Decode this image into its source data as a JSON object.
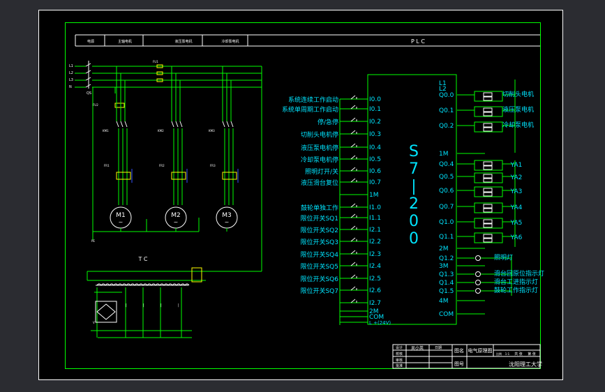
{
  "title_header": {
    "cells": [
      "电源",
      "主轴电机",
      "液压泵电机",
      "冷却泵电机"
    ],
    "plc": "P L C"
  },
  "power": {
    "phases": [
      "L1",
      "L2",
      "L3",
      "N"
    ],
    "switch": "QS",
    "fuse1": "FU1",
    "fuse2": "FU2",
    "ground": "PE"
  },
  "motors": {
    "contactors": [
      "KM1",
      "KM2",
      "KM3"
    ],
    "relays": [
      "FR1",
      "FR2",
      "FR3"
    ],
    "labels": [
      "M1",
      "M2",
      "M3"
    ],
    "tilde": "~"
  },
  "transformer": {
    "label": "T C"
  },
  "plc": {
    "model_chars": [
      "S",
      "7",
      "|",
      "2",
      "0",
      "0"
    ],
    "inputs": [
      {
        "desc": "系统连续工作启动",
        "addr": "I0.0"
      },
      {
        "desc": "系统单周期工作启动",
        "addr": "I0.1"
      },
      {
        "desc": "停/急停",
        "addr": "I0.2"
      },
      {
        "desc": "切削头电机停",
        "addr": "I0.3"
      },
      {
        "desc": "液压泵电机停",
        "addr": "I0.4"
      },
      {
        "desc": "冷却泵电机停",
        "addr": "I0.5"
      },
      {
        "desc": "照明灯开/关",
        "addr": "I0.6"
      },
      {
        "desc": "液压滑台复位",
        "addr": "I0.7"
      },
      {
        "desc": "",
        "addr": "1M"
      },
      {
        "desc": "鼓轮单独工作",
        "addr": "I1.0"
      },
      {
        "desc": "限位开关SQ1",
        "addr": "I1.1"
      },
      {
        "desc": "限位开关SQ2",
        "addr": "I2.1"
      },
      {
        "desc": "限位开关SQ3",
        "addr": "I2.2"
      },
      {
        "desc": "限位开关SQ4",
        "addr": "I2.3"
      },
      {
        "desc": "限位开关SQ5",
        "addr": "I2.4"
      },
      {
        "desc": "限位开关SQ6",
        "addr": "I2.5"
      },
      {
        "desc": "限位开关SQ7",
        "addr": "I2.6"
      },
      {
        "desc": "",
        "addr": "I2.7"
      }
    ],
    "input_tail": [
      "2M",
      "COM",
      "L +(24V)"
    ],
    "outputs_top": [
      "L1",
      "L2"
    ],
    "outputs": [
      {
        "addr": "Q0.0",
        "desc": "切削头电机"
      },
      {
        "addr": "Q0.1",
        "desc": "液压泵电机"
      },
      {
        "addr": "Q0.2",
        "desc": "冷却泵电机"
      },
      {
        "addr": "1M",
        "desc": ""
      },
      {
        "addr": "Q0.4",
        "desc": "YA1"
      },
      {
        "addr": "Q0.5",
        "desc": "YA2"
      },
      {
        "addr": "Q0.6",
        "desc": "YA3"
      },
      {
        "addr": "Q0.7",
        "desc": "YA4"
      },
      {
        "addr": "Q1.0",
        "desc": "YA5"
      },
      {
        "addr": "Q1.1",
        "desc": "YA6"
      },
      {
        "addr": "2M",
        "desc": ""
      },
      {
        "addr": "Q1.2",
        "desc": "照明灯"
      },
      {
        "addr": "3M",
        "desc": ""
      },
      {
        "addr": "Q1.3",
        "desc": "滑台回原位指示灯"
      },
      {
        "addr": "Q1.4",
        "desc": "滑台工进指示灯"
      },
      {
        "addr": "Q1.5",
        "desc": "鼓轮工作指示灯"
      },
      {
        "addr": "4M",
        "desc": ""
      },
      {
        "addr": "COM",
        "desc": ""
      }
    ]
  },
  "title_block": {
    "rows": [
      "设计",
      "校核",
      "审核",
      "批准"
    ],
    "designer": "吴小英",
    "date": "日期",
    "drawing_name_label": "图名",
    "drawing_name": "电气原理图",
    "drawing_no_label": "图号",
    "scale_cells": [
      "比例",
      "1:1",
      "共 张",
      "第 张"
    ],
    "school": "沈阳理工大学"
  }
}
